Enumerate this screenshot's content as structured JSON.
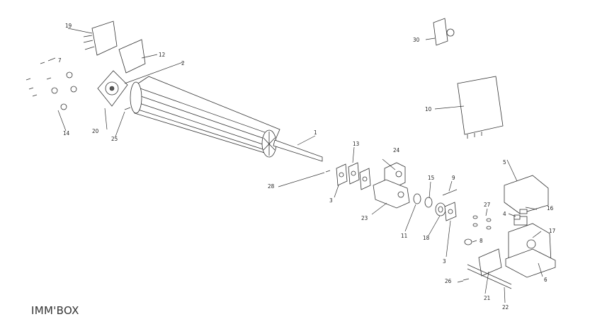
{
  "caption": "IMM'BOX",
  "callouts": [
    "1",
    "2",
    "3",
    "3",
    "4",
    "5",
    "6",
    "7",
    "8",
    "9",
    "10",
    "11",
    "12",
    "13",
    "14",
    "15",
    "16",
    "17",
    "18",
    "19",
    "20",
    "21",
    "22",
    "23",
    "24",
    "25",
    "26",
    "27",
    "28",
    "30"
  ]
}
